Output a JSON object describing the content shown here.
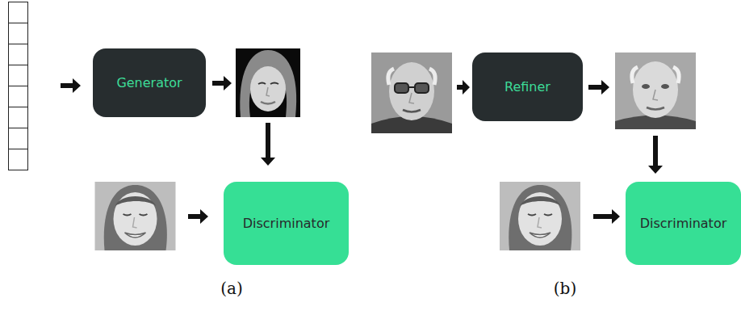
{
  "diagram": {
    "nodes": [
      {
        "text": [
          "Generator"
        ]
      },
      {
        "text": [
          "Discriminator"
        ]
      },
      {
        "text": [
          "Refiner"
        ]
      },
      {
        "text": [
          "Discriminator"
        ]
      }
    ],
    "labels": [
      "(a)",
      "(b)"
    ]
  }
}
